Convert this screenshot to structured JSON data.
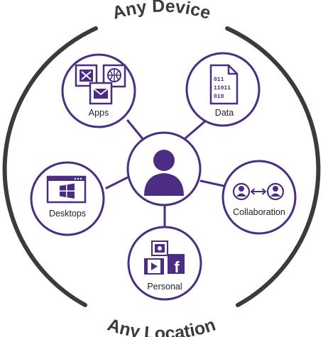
{
  "diagram": {
    "top_arc_label": "Any Device",
    "bottom_arc_label": "Any Location",
    "center": {
      "icon": "user-icon"
    },
    "nodes": [
      {
        "id": "apps",
        "label": "Apps",
        "icon": "apps-icon"
      },
      {
        "id": "data",
        "label": "Data",
        "icon": "binary-file-icon"
      },
      {
        "id": "desktops",
        "label": "Desktops",
        "icon": "windows-desktop-icon"
      },
      {
        "id": "collaboration",
        "label": "Collaboration",
        "icon": "collaboration-icon"
      },
      {
        "id": "personal",
        "label": "Personal",
        "icon": "personal-media-icon"
      }
    ],
    "data_icon_text": [
      "011",
      "11011",
      "010"
    ],
    "colors": {
      "accent": "#4b2e83",
      "ring": "#3b3b3b",
      "text": "#222222",
      "background": "#ffffff"
    }
  }
}
